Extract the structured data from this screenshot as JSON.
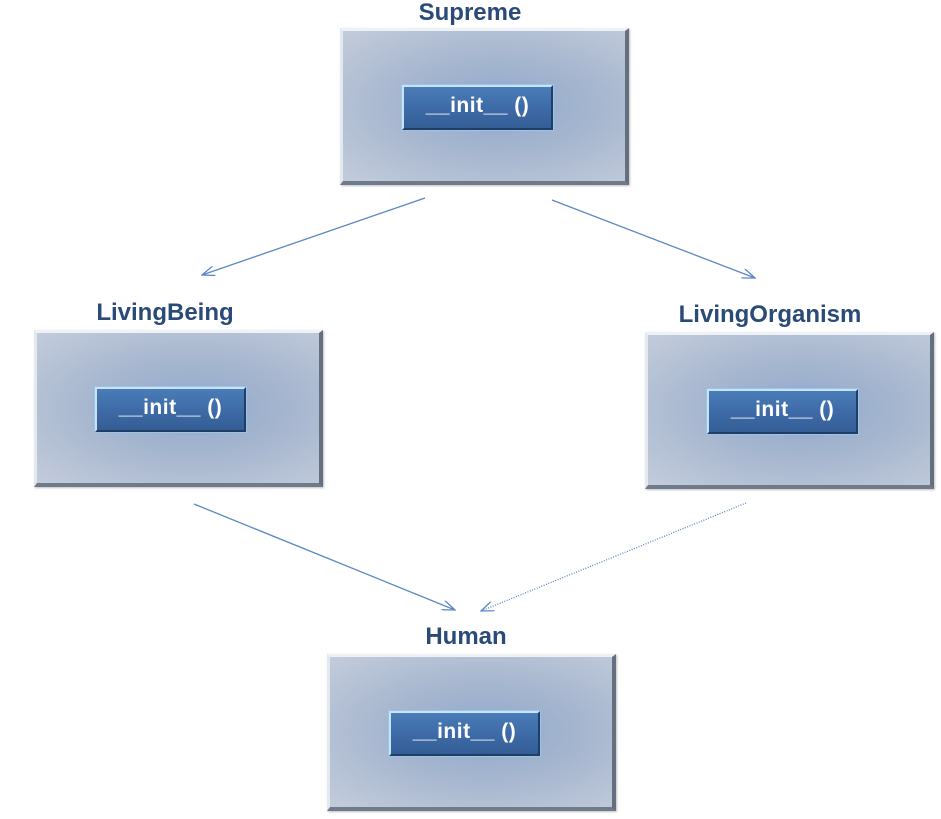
{
  "classes": {
    "supreme": {
      "name": "Supreme",
      "method": "__init__ ()"
    },
    "living_being": {
      "name": "LivingBeing",
      "method": "__init__ ()"
    },
    "living_organism": {
      "name": "LivingOrganism",
      "method": "__init__ ()"
    },
    "human": {
      "name": "Human",
      "method": "__init__ ()"
    }
  },
  "colors": {
    "title": "#2a4a78",
    "box_center": "#8fa8cc",
    "box_edge": "#c3ccdb",
    "method_fill": "#3d6aa6",
    "arrow": "#5b87c5"
  },
  "edges": [
    {
      "from": "supreme",
      "to": "living_being"
    },
    {
      "from": "supreme",
      "to": "living_organism"
    },
    {
      "from": "living_being",
      "to": "human"
    },
    {
      "from": "living_organism",
      "to": "human"
    }
  ]
}
